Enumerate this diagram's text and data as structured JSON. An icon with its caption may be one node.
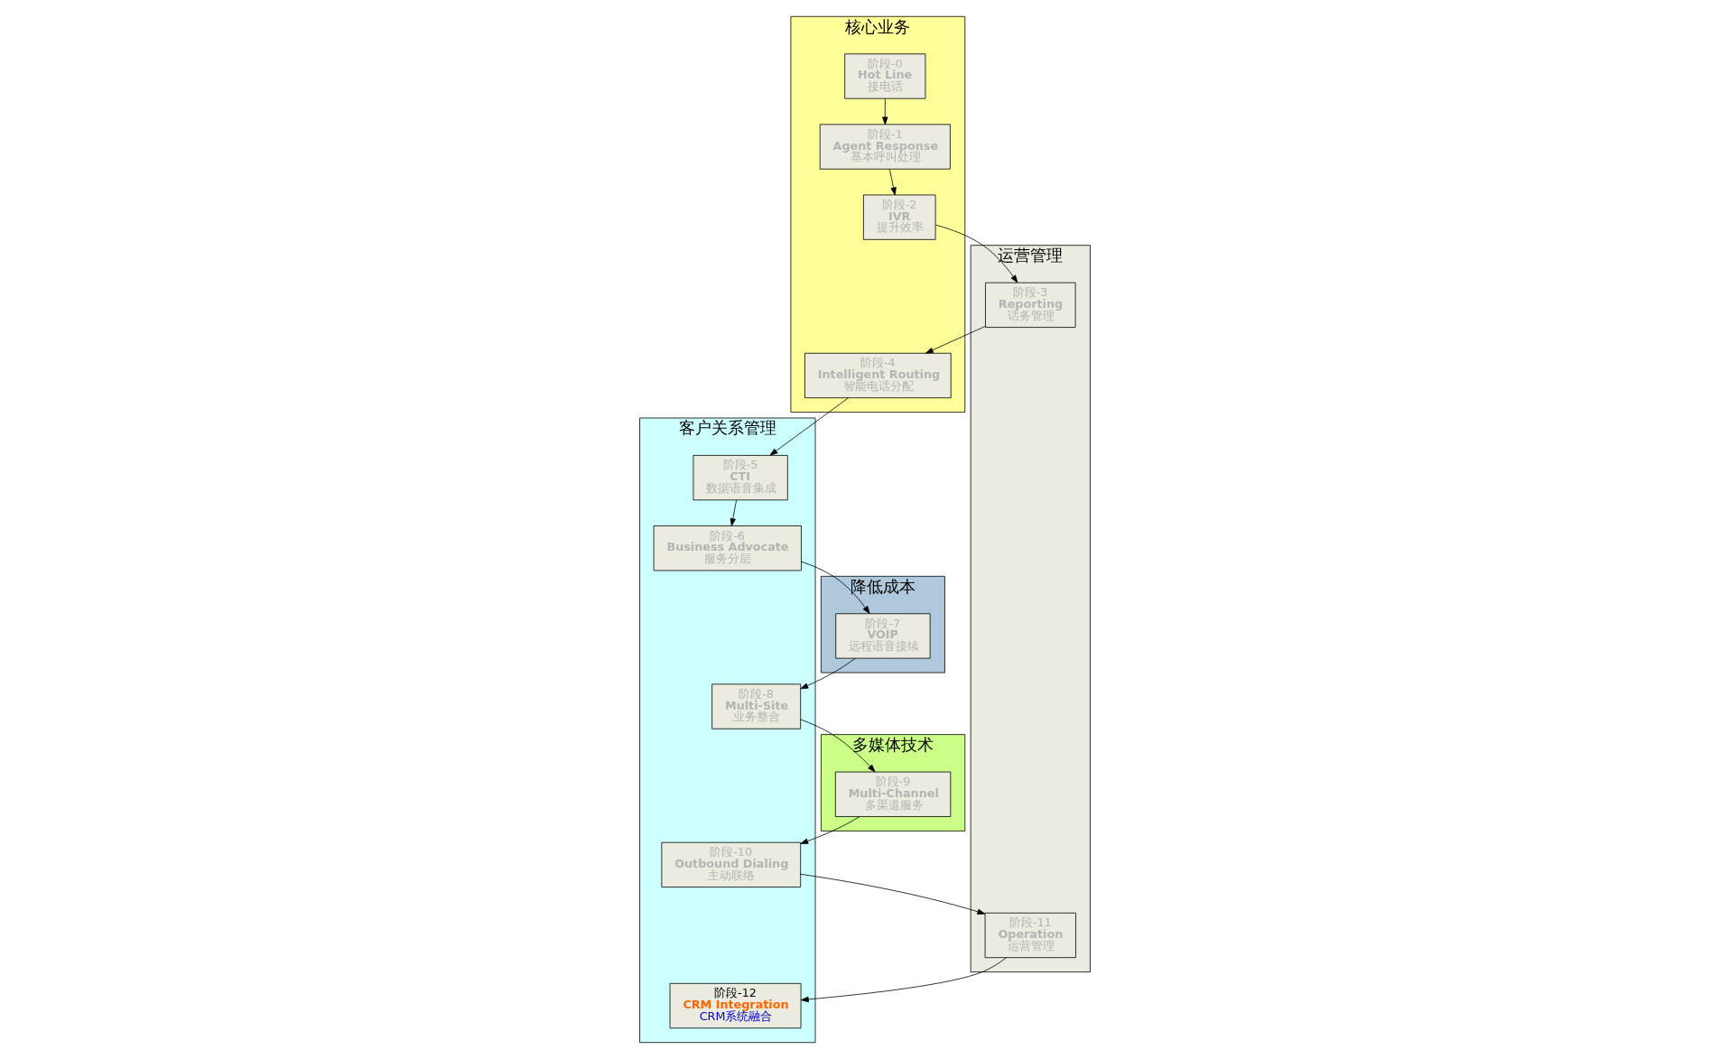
{
  "diagram": {
    "nodes": [
      {
        "text": [
          "运营管理"
        ]
      },
      {
        "text": [
          "核心业务"
        ]
      },
      {
        "text": [
          "客户关系管理"
        ]
      },
      {
        "text": [
          "多媒体技术"
        ]
      },
      {
        "text": [
          "降低成本"
        ]
      },
      {
        "text": [
          "阶段-0",
          "Hot Line",
          "接电话"
        ],
        "in": 1
      },
      {
        "text": [
          "阶段-1",
          "Agent Response",
          "基本呼叫处理"
        ],
        "in": 1
      },
      {
        "text": [
          "阶段-2",
          "IVR",
          "提升效率"
        ],
        "in": 1
      },
      {
        "text": [
          "阶段-3",
          "Reporting",
          "话务管理"
        ],
        "in": 0
      },
      {
        "text": [
          "阶段-4",
          "Intelligent Routing",
          "智能电话分配"
        ],
        "in": 1
      },
      {
        "text": [
          "阶段-5",
          "CTI",
          "数据语音集成"
        ],
        "in": 2
      },
      {
        "text": [
          "阶段-6",
          "Business Advocate",
          "服务分层"
        ],
        "in": 2
      },
      {
        "text": [
          "阶段-7",
          "VOIP",
          "远程语音接续"
        ],
        "in": 4
      },
      {
        "text": [
          "阶段-8",
          "Multi-Site",
          "业务整合"
        ],
        "in": 2
      },
      {
        "text": [
          "阶段-9",
          "Multi-Channel",
          "多渠道服务"
        ],
        "in": 3
      },
      {
        "text": [
          "阶段-10",
          "Outbound Dialing",
          "主动联络"
        ],
        "in": 2
      },
      {
        "text": [
          "阶段-11",
          "Operation",
          "运营管理"
        ],
        "in": 0
      },
      {
        "text": [
          "阶段-12",
          "CRM Integration",
          "CRM系统融合"
        ],
        "in": 2
      }
    ],
    "edges": [
      {
        "from": 5,
        "to": 6,
        "arrow": "to"
      },
      {
        "from": 6,
        "to": 7,
        "arrow": "to"
      },
      {
        "from": 7,
        "to": 8,
        "arrow": "to"
      },
      {
        "from": 8,
        "to": 9,
        "arrow": "to"
      },
      {
        "from": 9,
        "to": 10,
        "arrow": "to"
      },
      {
        "from": 10,
        "to": 11,
        "arrow": "to"
      },
      {
        "from": 11,
        "to": 12,
        "arrow": "to"
      },
      {
        "from": 12,
        "to": 13,
        "arrow": "to"
      },
      {
        "from": 13,
        "to": 14,
        "arrow": "to"
      },
      {
        "from": 14,
        "to": 15,
        "arrow": "to"
      },
      {
        "from": 15,
        "to": 16,
        "arrow": "to"
      },
      {
        "from": 16,
        "to": 17,
        "arrow": "to"
      }
    ]
  }
}
